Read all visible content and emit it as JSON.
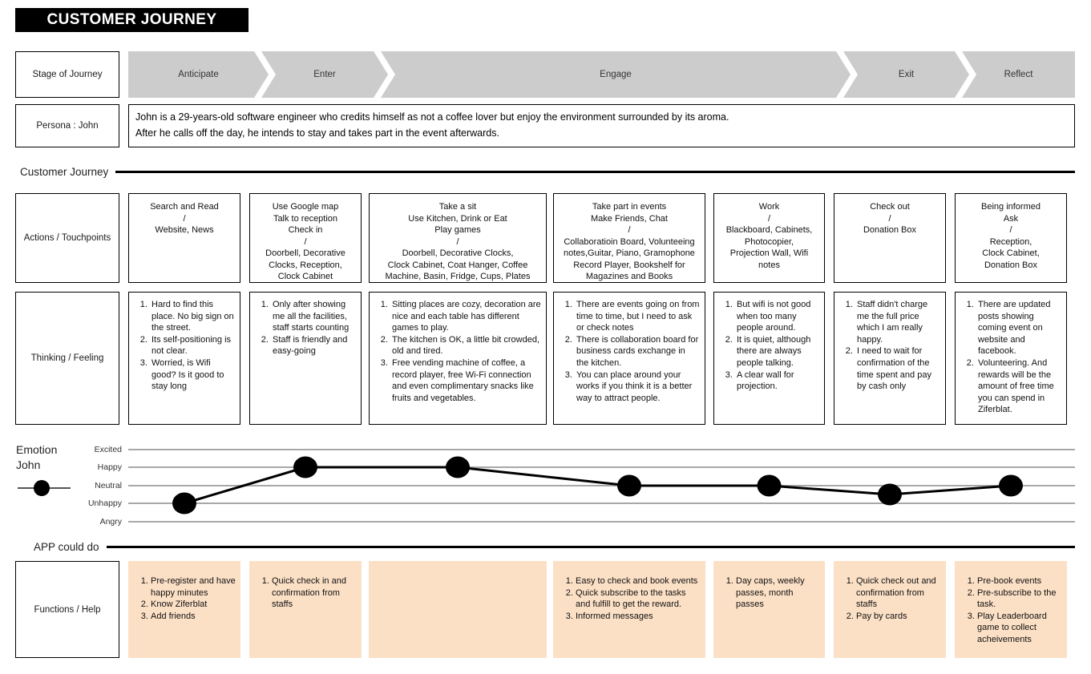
{
  "title": "CUSTOMER JOURNEY",
  "row_labels": {
    "stage": "Stage of Journey",
    "persona": "Persona : John",
    "actions": "Actions / Touchpoints",
    "thinking": "Thinking / Feeling",
    "functions": "Functions / Help"
  },
  "dividers": {
    "customer_journey": "Customer Journey",
    "app_could_do": "APP could do"
  },
  "stages": [
    {
      "label": "Anticipate"
    },
    {
      "label": "Enter"
    },
    {
      "label": "Engage"
    },
    {
      "label": "Exit"
    },
    {
      "label": "Reflect"
    }
  ],
  "persona": {
    "line1": "John is a 29-years-old software engineer who credits himself as not a coffee lover but enjoy the environment surrounded by its aroma.",
    "line2": "After he calls off the day, he intends to stay and takes part in the event afterwards."
  },
  "actions": [
    {
      "lines": [
        "Search and Read",
        "/",
        "Website, News"
      ]
    },
    {
      "lines": [
        "Use Google map",
        "Talk to reception",
        "Check in",
        "/",
        "Doorbell, Decorative",
        "Clocks, Reception,",
        "Clock Cabinet"
      ]
    },
    {
      "lines": [
        "Take a sit",
        "Use Kitchen, Drink or Eat",
        "Play games",
        "/",
        "Doorbell, Decorative Clocks,",
        "Clock Cabinet, Coat Hanger, Coffee",
        "Machine, Basin, Fridge, Cups, Plates"
      ]
    },
    {
      "lines": [
        "Take part in events",
        "Make Friends, Chat",
        "/",
        "Collaboratioin Board, Volunteeing",
        "notes,Guitar, Piano, Gramophone",
        "Record Player, Bookshelf for",
        "Magazines and Books"
      ]
    },
    {
      "lines": [
        "Work",
        "/",
        "Blackboard, Cabinets,",
        "Photocopier,",
        "Projection Wall, Wifi",
        "notes"
      ]
    },
    {
      "lines": [
        "Check out",
        "/",
        "Donation Box"
      ]
    },
    {
      "lines": [
        "Being informed",
        "Ask",
        "/",
        "Reception,",
        "Clock Cabinet,",
        "Donation Box"
      ]
    }
  ],
  "thinking": [
    {
      "items": [
        "Hard to find this place. No big sign on the street.",
        "Its self-positioning is not clear.",
        "Worried, is Wifi good? Is it good to stay long"
      ]
    },
    {
      "items": [
        "Only after showing me all the facilities, staff starts counting",
        "Staff is friendly and easy-going"
      ]
    },
    {
      "items": [
        "Sitting places are cozy, decoration are nice and each table has different games to play.",
        "The kitchen is OK, a little bit crowded, old and tired.",
        "Free vending machine of coffee, a record player, free Wi-Fi connection and even complimentary snacks like fruits and vegetables."
      ]
    },
    {
      "items": [
        "There are events going on from time to time, but I need to ask or check notes",
        "There is collaboration board for business cards exchange in the kitchen.",
        "You can place around your works if you think it is a better way to attract people."
      ]
    },
    {
      "items": [
        "But wifi is not good when too many people around.",
        "It is quiet, although there are always people talking.",
        "A clear wall for projection."
      ]
    },
    {
      "items": [
        "Staff didn't charge me the full price which I am really happy.",
        "I need to wait for confirmation of the time spent and pay by cash only"
      ]
    },
    {
      "items": [
        "There are updated posts showing coming event on website and facebook.",
        "Volunteering. And rewards will be the amount of free time you can spend in Ziferblat."
      ]
    }
  ],
  "functions": [
    {
      "items": [
        "Pre-register and have happy minutes",
        "Know Ziferblat",
        "Add friends"
      ]
    },
    {
      "items": [
        "Quick check in and confirmation from staffs"
      ]
    },
    {
      "items": []
    },
    {
      "items": [
        "Easy to check and book events",
        "Quick subscribe to the tasks and fulfill to get the reward.",
        "Informed messages"
      ]
    },
    {
      "items": [
        "Day caps, weekly passes, month passes"
      ]
    },
    {
      "items": [
        "Quick check out and confirmation from staffs",
        "Pay by cards"
      ]
    },
    {
      "items": [
        "Pre-book events",
        "Pre-subscribe to the task.",
        "Play Leaderboard game to collect acheivements"
      ]
    }
  ],
  "chart_data": {
    "type": "line",
    "title": "Emotion John",
    "legend_title_line1": "Emotion",
    "legend_title_line2": "John",
    "ylabel": "",
    "xlabel": "",
    "ytick_labels": [
      "Excited",
      "Happy",
      "Neutral",
      "Unhappy",
      "Angry"
    ],
    "ylevels": [
      5,
      4,
      3,
      2,
      1
    ],
    "grid": true,
    "legend_position": "left",
    "categories": [
      "Search and Read",
      "Use Google map",
      "Take a sit",
      "Take part in events",
      "Work",
      "Check out",
      "Being informed"
    ],
    "series": [
      {
        "name": "John",
        "values": [
          2,
          4,
          4,
          3,
          3,
          2.5,
          3
        ],
        "value_labels": [
          "Unhappy",
          "Happy",
          "Happy",
          "Neutral",
          "Neutral",
          "Between Neutral and Unhappy",
          "Neutral"
        ]
      }
    ]
  },
  "colors": {
    "title_bg": "#000000",
    "stage_arrow": "#cccccc",
    "function_cell": "#fce0c6",
    "grid_line": "#a8a8a8",
    "emotion_line": "#000000"
  }
}
